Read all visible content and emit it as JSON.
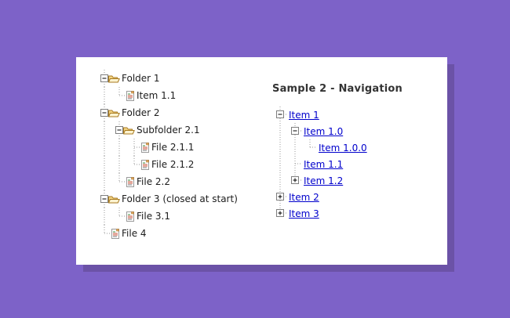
{
  "colors": {
    "background": "#7d62c8",
    "card_shadow": "#6b52a7",
    "card": "#ffffff",
    "link": "#0000cc",
    "text": "#1c1c1c",
    "heading": "#333333",
    "connector_line": "#9a9a9a",
    "toggle_box_border": "#7e7e7e",
    "toggle_sign": "#000000",
    "folder_fill": "#f3d484",
    "folder_outline": "#a87a20",
    "page_line_green": "#3f9440",
    "page_line_orange": "#c9503a"
  },
  "left_tree": {
    "rows": [
      {
        "connectors": [
          "minus-line"
        ],
        "icon": "folder-open",
        "label": "Folder 1"
      },
      {
        "connectors": [
          "line",
          "corner"
        ],
        "icon": "page",
        "label": "Item 1.1"
      },
      {
        "connectors": [
          "minus-line"
        ],
        "icon": "folder-open",
        "label": "Folder 2"
      },
      {
        "connectors": [
          "line",
          "minus-line"
        ],
        "icon": "folder-open",
        "label": "Subfolder 2.1"
      },
      {
        "connectors": [
          "line",
          "line",
          "tee"
        ],
        "icon": "page",
        "label": "File 2.1.1"
      },
      {
        "connectors": [
          "line",
          "line",
          "corner"
        ],
        "icon": "page",
        "label": "File 2.1.2"
      },
      {
        "connectors": [
          "line",
          "corner"
        ],
        "icon": "page",
        "label": "File 2.2"
      },
      {
        "connectors": [
          "minus-line"
        ],
        "icon": "folder-open",
        "label": "Folder 3 (closed at start)"
      },
      {
        "connectors": [
          "line",
          "corner"
        ],
        "icon": "page",
        "label": "File 3.1"
      },
      {
        "connectors": [
          "corner"
        ],
        "icon": "page",
        "label": "File 4"
      }
    ]
  },
  "right_panel": {
    "heading": "Sample 2 - Navigation",
    "rows": [
      {
        "connectors": [
          "minus-line"
        ],
        "label": "Item 1",
        "link": true
      },
      {
        "connectors": [
          "line",
          "minus-line"
        ],
        "label": "Item 1.0",
        "link": true
      },
      {
        "connectors": [
          "line",
          "line",
          "corner"
        ],
        "label": "Item 1.0.0",
        "link": true
      },
      {
        "connectors": [
          "line",
          "tee"
        ],
        "label": "Item 1.1",
        "link": true
      },
      {
        "connectors": [
          "line",
          "plus-corner"
        ],
        "label": "Item 1.2",
        "link": true
      },
      {
        "connectors": [
          "plus-line"
        ],
        "label": "Item 2",
        "link": true
      },
      {
        "connectors": [
          "plus-corner"
        ],
        "label": "Item 3",
        "link": true
      }
    ]
  }
}
